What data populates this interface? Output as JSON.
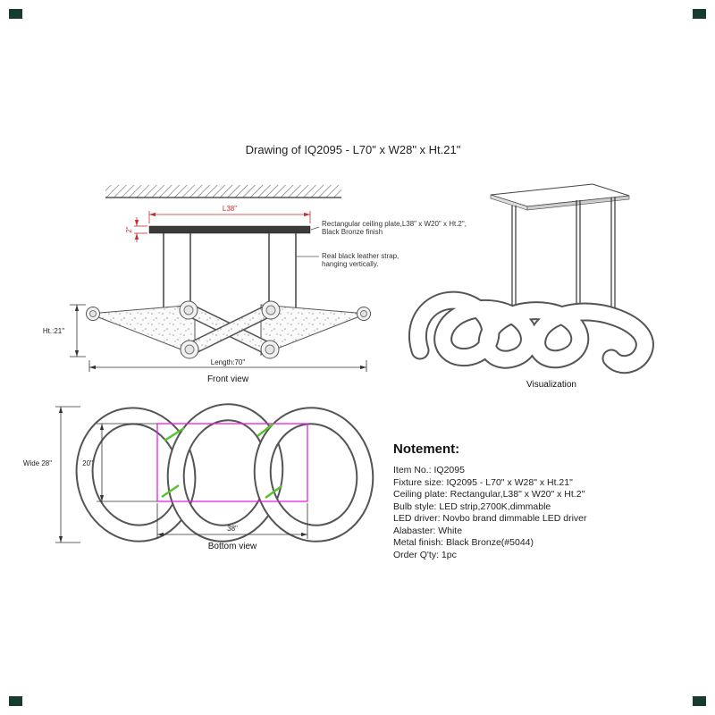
{
  "page": {
    "title": "Drawing of IQ2095 - L70\" x W28\" x Ht.21\""
  },
  "colors": {
    "dimension_red": "#c03030",
    "line_dark": "#444444",
    "magenta_rect": "#e522e5",
    "green_mark": "#55c428",
    "corner_mark_green": "#173c2c"
  },
  "front_view": {
    "label": "Front view",
    "dim_plate_length": "L38\"",
    "dim_plate_height": "2\"",
    "dim_height": "Ht.:21\"",
    "dim_length": "Length:70\"",
    "annotation_plate_line1": "Rectangular ceiling plate,L38\" x W20\" x Ht.2\",",
    "annotation_plate_line2": "Black Bronze finish",
    "annotation_strap_line1": "Real black leather strap,",
    "annotation_strap_line2": "hanging vertically."
  },
  "visualization": {
    "label": "Visualization"
  },
  "bottom_view": {
    "label": "Bottom view",
    "dim_wide": "Wide 28\"",
    "dim_inner_height": "20\"",
    "dim_plate_width": "38\""
  },
  "notement": {
    "title": "Notement:",
    "items": [
      "Item No.: IQ2095",
      "Fixture size: IQ2095 - L70\" x W28\" x Ht.21\"",
      "Ceiling plate: Rectangular,L38\" x W20\" x Ht.2\"",
      "Bulb style: LED strip,2700K,dimmable",
      "LED driver: Novbo brand dimmable LED driver",
      "Alabaster: White",
      "Metal finish: Black Bronze(#5044)",
      "Order Q'ty: 1pc"
    ]
  }
}
